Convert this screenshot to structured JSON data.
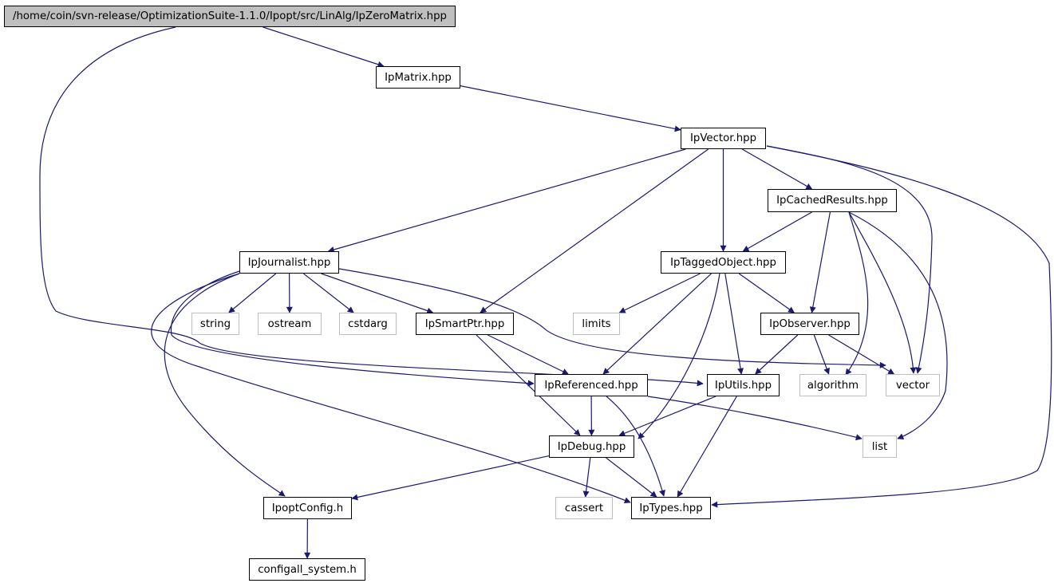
{
  "graph": {
    "edge_color": "#191970",
    "nodes": [
      {
        "id": "root",
        "label": "/home/coin/svn-release/OptimizationSuite-1.1.0/Ipopt/src/LinAlg/IpZeroMatrix.hpp",
        "kind": "root"
      },
      {
        "id": "IpMatrix",
        "label": "IpMatrix.hpp",
        "kind": "local"
      },
      {
        "id": "IpVector",
        "label": "IpVector.hpp",
        "kind": "local"
      },
      {
        "id": "IpCachedResults",
        "label": "IpCachedResults.hpp",
        "kind": "local"
      },
      {
        "id": "IpJournalist",
        "label": "IpJournalist.hpp",
        "kind": "local"
      },
      {
        "id": "IpTaggedObject",
        "label": "IpTaggedObject.hpp",
        "kind": "local"
      },
      {
        "id": "string",
        "label": "string",
        "kind": "external"
      },
      {
        "id": "ostream",
        "label": "ostream",
        "kind": "external"
      },
      {
        "id": "cstdarg",
        "label": "cstdarg",
        "kind": "external"
      },
      {
        "id": "IpSmartPtr",
        "label": "IpSmartPtr.hpp",
        "kind": "local"
      },
      {
        "id": "limits",
        "label": "limits",
        "kind": "external"
      },
      {
        "id": "IpObserver",
        "label": "IpObserver.hpp",
        "kind": "local"
      },
      {
        "id": "IpReferenced",
        "label": "IpReferenced.hpp",
        "kind": "local"
      },
      {
        "id": "IpUtils",
        "label": "IpUtils.hpp",
        "kind": "local"
      },
      {
        "id": "algorithm",
        "label": "algorithm",
        "kind": "external"
      },
      {
        "id": "vector",
        "label": "vector",
        "kind": "external"
      },
      {
        "id": "IpDebug",
        "label": "IpDebug.hpp",
        "kind": "local"
      },
      {
        "id": "list",
        "label": "list",
        "kind": "external"
      },
      {
        "id": "IpoptConfig",
        "label": "IpoptConfig.h",
        "kind": "local"
      },
      {
        "id": "cassert",
        "label": "cassert",
        "kind": "external"
      },
      {
        "id": "IpTypes",
        "label": "IpTypes.hpp",
        "kind": "local"
      },
      {
        "id": "configall_system",
        "label": "configall_system.h",
        "kind": "local"
      }
    ],
    "edges": [
      {
        "from": "root",
        "to": "IpMatrix"
      },
      {
        "from": "root",
        "to": "IpUtils"
      },
      {
        "from": "IpMatrix",
        "to": "IpVector"
      },
      {
        "from": "IpVector",
        "to": "IpCachedResults"
      },
      {
        "from": "IpVector",
        "to": "IpJournalist"
      },
      {
        "from": "IpVector",
        "to": "IpTaggedObject"
      },
      {
        "from": "IpVector",
        "to": "IpSmartPtr"
      },
      {
        "from": "IpVector",
        "to": "vector"
      },
      {
        "from": "IpVector",
        "to": "IpTypes"
      },
      {
        "from": "IpCachedResults",
        "to": "IpTaggedObject"
      },
      {
        "from": "IpCachedResults",
        "to": "IpObserver"
      },
      {
        "from": "IpCachedResults",
        "to": "algorithm"
      },
      {
        "from": "IpCachedResults",
        "to": "vector"
      },
      {
        "from": "IpCachedResults",
        "to": "list"
      },
      {
        "from": "IpJournalist",
        "to": "string"
      },
      {
        "from": "IpJournalist",
        "to": "ostream"
      },
      {
        "from": "IpJournalist",
        "to": "cstdarg"
      },
      {
        "from": "IpJournalist",
        "to": "IpSmartPtr"
      },
      {
        "from": "IpJournalist",
        "to": "IpReferenced"
      },
      {
        "from": "IpJournalist",
        "to": "vector"
      },
      {
        "from": "IpJournalist",
        "to": "IpoptConfig"
      },
      {
        "from": "IpJournalist",
        "to": "IpTypes"
      },
      {
        "from": "IpTaggedObject",
        "to": "limits"
      },
      {
        "from": "IpTaggedObject",
        "to": "IpObserver"
      },
      {
        "from": "IpTaggedObject",
        "to": "IpReferenced"
      },
      {
        "from": "IpTaggedObject",
        "to": "IpUtils"
      },
      {
        "from": "IpTaggedObject",
        "to": "IpDebug"
      },
      {
        "from": "IpSmartPtr",
        "to": "IpReferenced"
      },
      {
        "from": "IpSmartPtr",
        "to": "IpDebug"
      },
      {
        "from": "IpObserver",
        "to": "IpUtils"
      },
      {
        "from": "IpObserver",
        "to": "algorithm"
      },
      {
        "from": "IpObserver",
        "to": "vector"
      },
      {
        "from": "IpReferenced",
        "to": "IpDebug"
      },
      {
        "from": "IpReferenced",
        "to": "IpTypes"
      },
      {
        "from": "IpReferenced",
        "to": "list"
      },
      {
        "from": "IpUtils",
        "to": "IpDebug"
      },
      {
        "from": "IpUtils",
        "to": "IpTypes"
      },
      {
        "from": "IpDebug",
        "to": "IpoptConfig"
      },
      {
        "from": "IpDebug",
        "to": "cassert"
      },
      {
        "from": "IpDebug",
        "to": "IpTypes"
      },
      {
        "from": "IpoptConfig",
        "to": "configall_system"
      }
    ]
  }
}
